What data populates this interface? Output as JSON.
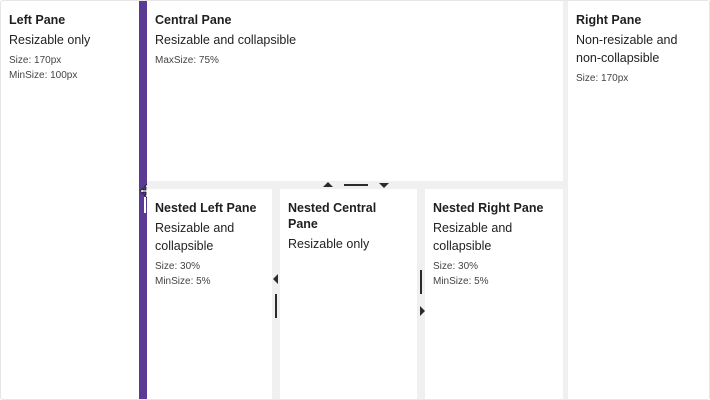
{
  "left_pane": {
    "title": "Left Pane",
    "desc": "Resizable only",
    "size": "Size: 170px",
    "min_size": "MinSize: 100px"
  },
  "central_pane": {
    "title": "Central Pane",
    "desc": "Resizable and collapsible",
    "max_size": "MaxSize: 75%"
  },
  "right_pane": {
    "title": "Right Pane",
    "desc": "Non-resizable and non-collapsible",
    "size": "Size: 170px"
  },
  "nested_left": {
    "title": "Nested Left Pane",
    "desc": "Resizable and collapsible",
    "size": "Size: 30%",
    "min_size": "MinSize: 5%"
  },
  "nested_central": {
    "title": "Nested Central Pane",
    "desc": "Resizable only"
  },
  "nested_right": {
    "title": "Nested Right Pane",
    "desc": "Resizable and collapsible",
    "size": "Size: 30%",
    "min_size": "MinSize: 5%"
  },
  "colors": {
    "splitter_active": "#5b3a96",
    "pane_bg": "#ffffff",
    "splitter_bg": "#f0f0f0"
  },
  "icons": {
    "resize_cursor": "move-cursor-icon",
    "collapse_up": "triangle-up-icon",
    "collapse_down": "triangle-down-icon",
    "collapse_left": "triangle-left-icon",
    "collapse_right": "triangle-right-icon"
  }
}
